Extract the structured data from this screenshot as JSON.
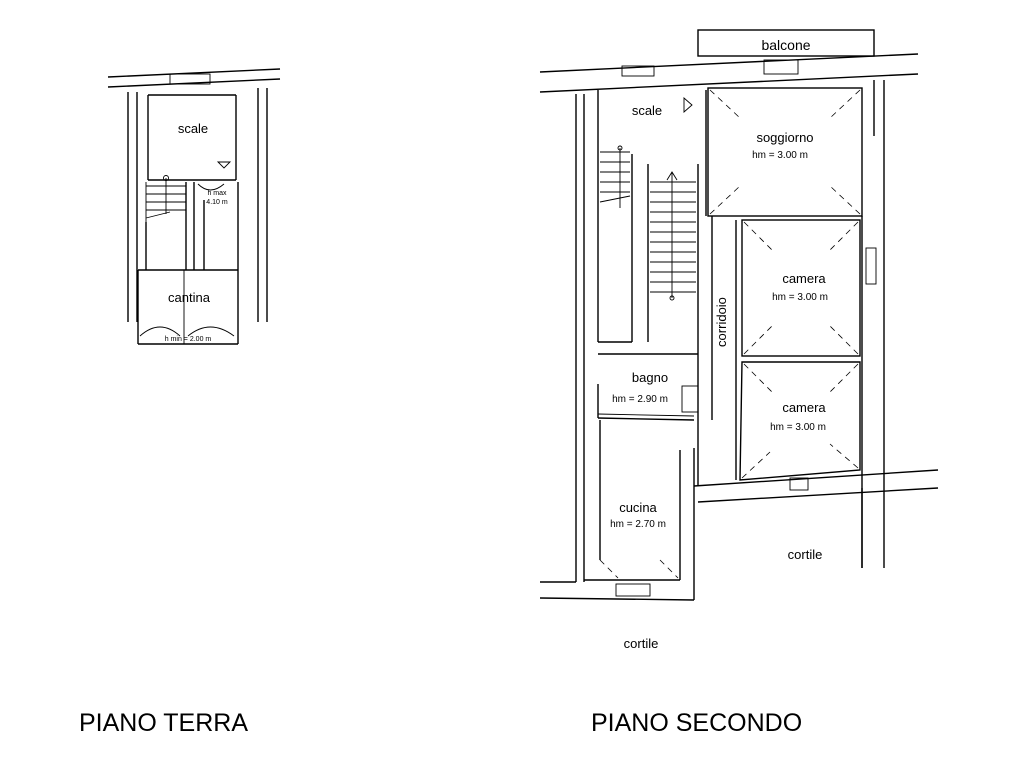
{
  "ground_floor": {
    "title": "PIANO TERRA",
    "rooms": {
      "scale": "scale",
      "cantina": "cantina"
    },
    "notes": {
      "hmax_1": "h max",
      "hmax_2": "4.10 m",
      "hmin": "h min = 2.00 m"
    }
  },
  "second_floor": {
    "title": "PIANO SECONDO",
    "labels": {
      "balcone": "balcone",
      "scale": "scale",
      "soggiorno": "soggiorno",
      "soggiorno_hm": "hm = 3.00 m",
      "camera_1": "camera",
      "camera_1_hm": "hm = 3.00 m",
      "camera_2": "camera",
      "camera_2_hm": "hm = 3.00 m",
      "corridoio": "corridoio",
      "bagno": "bagno",
      "bagno_hm": "hm = 2.90 m",
      "cucina": "cucina",
      "cucina_hm": "hm = 2.70 m",
      "cortile_right": "cortile",
      "cortile_bottom": "cortile"
    }
  }
}
